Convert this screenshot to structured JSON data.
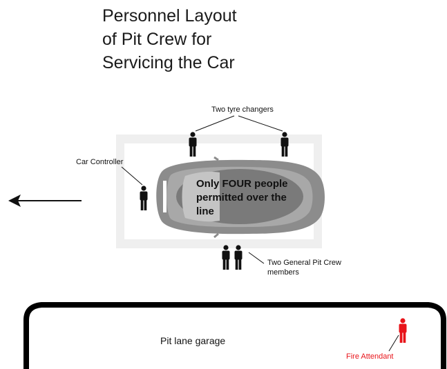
{
  "title": {
    "line1": "Personnel Layout",
    "line2": "of Pit Crew for",
    "line3": "Servicing the Car"
  },
  "labels": {
    "tyre_changers": "Two tyre changers",
    "car_controller": "Car Controller",
    "general_crew_line1": "Two General Pit Crew",
    "general_crew_line2": "members",
    "garage": "Pit lane garage",
    "fire_attendant": "Fire Attendant"
  },
  "car_notice": {
    "line1": "Only FOUR people",
    "line2": "permitted over the",
    "line3": "line"
  },
  "colors": {
    "person": "#111111",
    "fire_person": "#e8141a",
    "car_body": "#8c8c8c",
    "service_area": "#efefef"
  },
  "icons": [
    "person-icon",
    "car-icon",
    "arrow-left-icon"
  ]
}
